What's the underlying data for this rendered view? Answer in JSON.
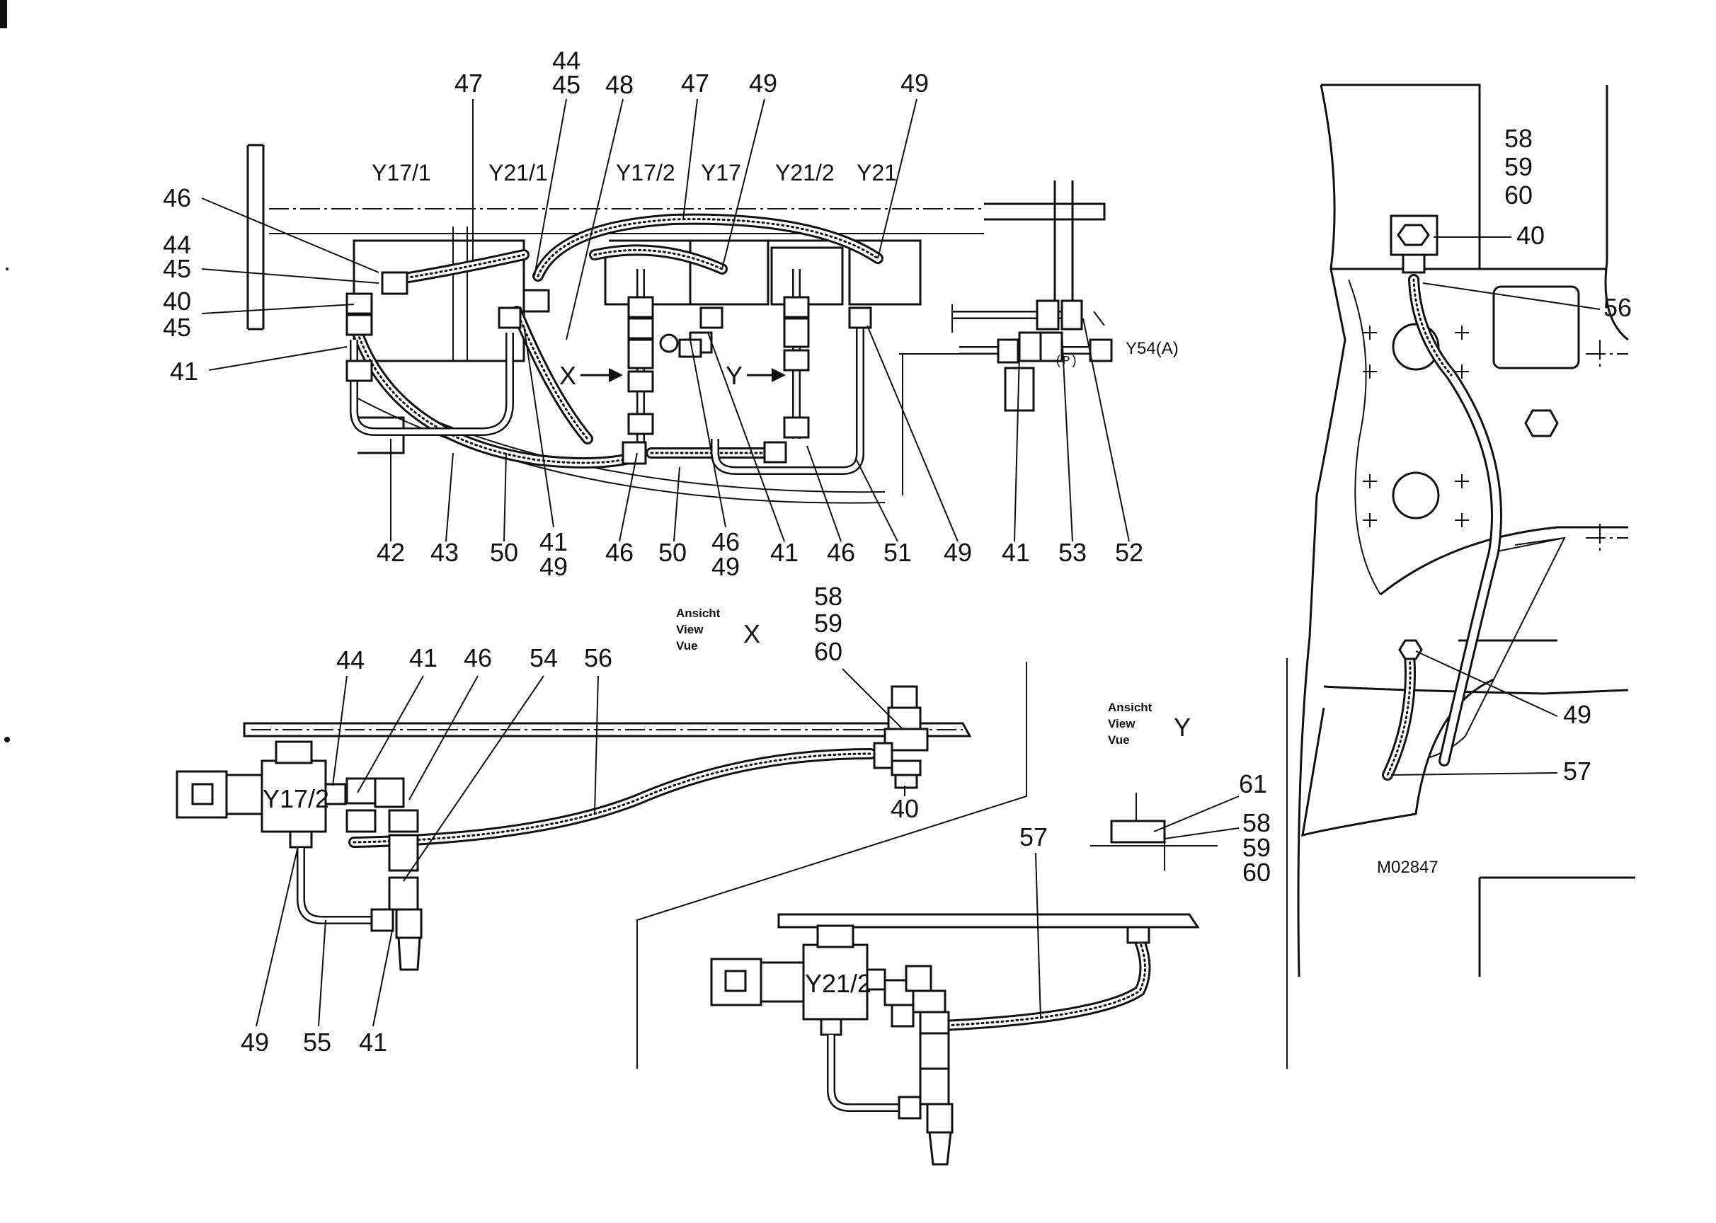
{
  "main_view": {
    "valve_labels": [
      "Y17/1",
      "Y21/1",
      "Y17/2",
      "Y17",
      "Y21/2",
      "Y21"
    ],
    "view_arrows": [
      "X",
      "Y"
    ],
    "y54_label": "Y54(A)",
    "port_p": "(P)",
    "callouts_top": [
      "47",
      "44",
      "45",
      "48",
      "47",
      "49",
      "49"
    ],
    "callouts_left": [
      "46",
      "44",
      "45",
      "40",
      "45",
      "41"
    ],
    "callouts_bottom": [
      "42",
      "43",
      "50",
      "41",
      "49",
      "46",
      "50",
      "46",
      "49",
      "41",
      "46",
      "51",
      "49",
      "41",
      "53",
      "52"
    ]
  },
  "view_x": {
    "title_lines": [
      "Ansicht",
      "View",
      "Vue"
    ],
    "letter": "X",
    "valve_label": "Y17/2",
    "callouts": [
      "44",
      "41",
      "46",
      "54",
      "56",
      "58",
      "59",
      "60",
      "40",
      "49",
      "55",
      "41"
    ]
  },
  "view_y": {
    "title_lines": [
      "Ansicht",
      "View",
      "Vue"
    ],
    "letter": "Y",
    "valve_label": "Y21/2",
    "callouts": [
      "61",
      "58",
      "59",
      "60",
      "57"
    ]
  },
  "side_view": {
    "callouts": [
      "58",
      "59",
      "60",
      "40",
      "56",
      "49",
      "57"
    ],
    "drawing_number": "M02847"
  }
}
